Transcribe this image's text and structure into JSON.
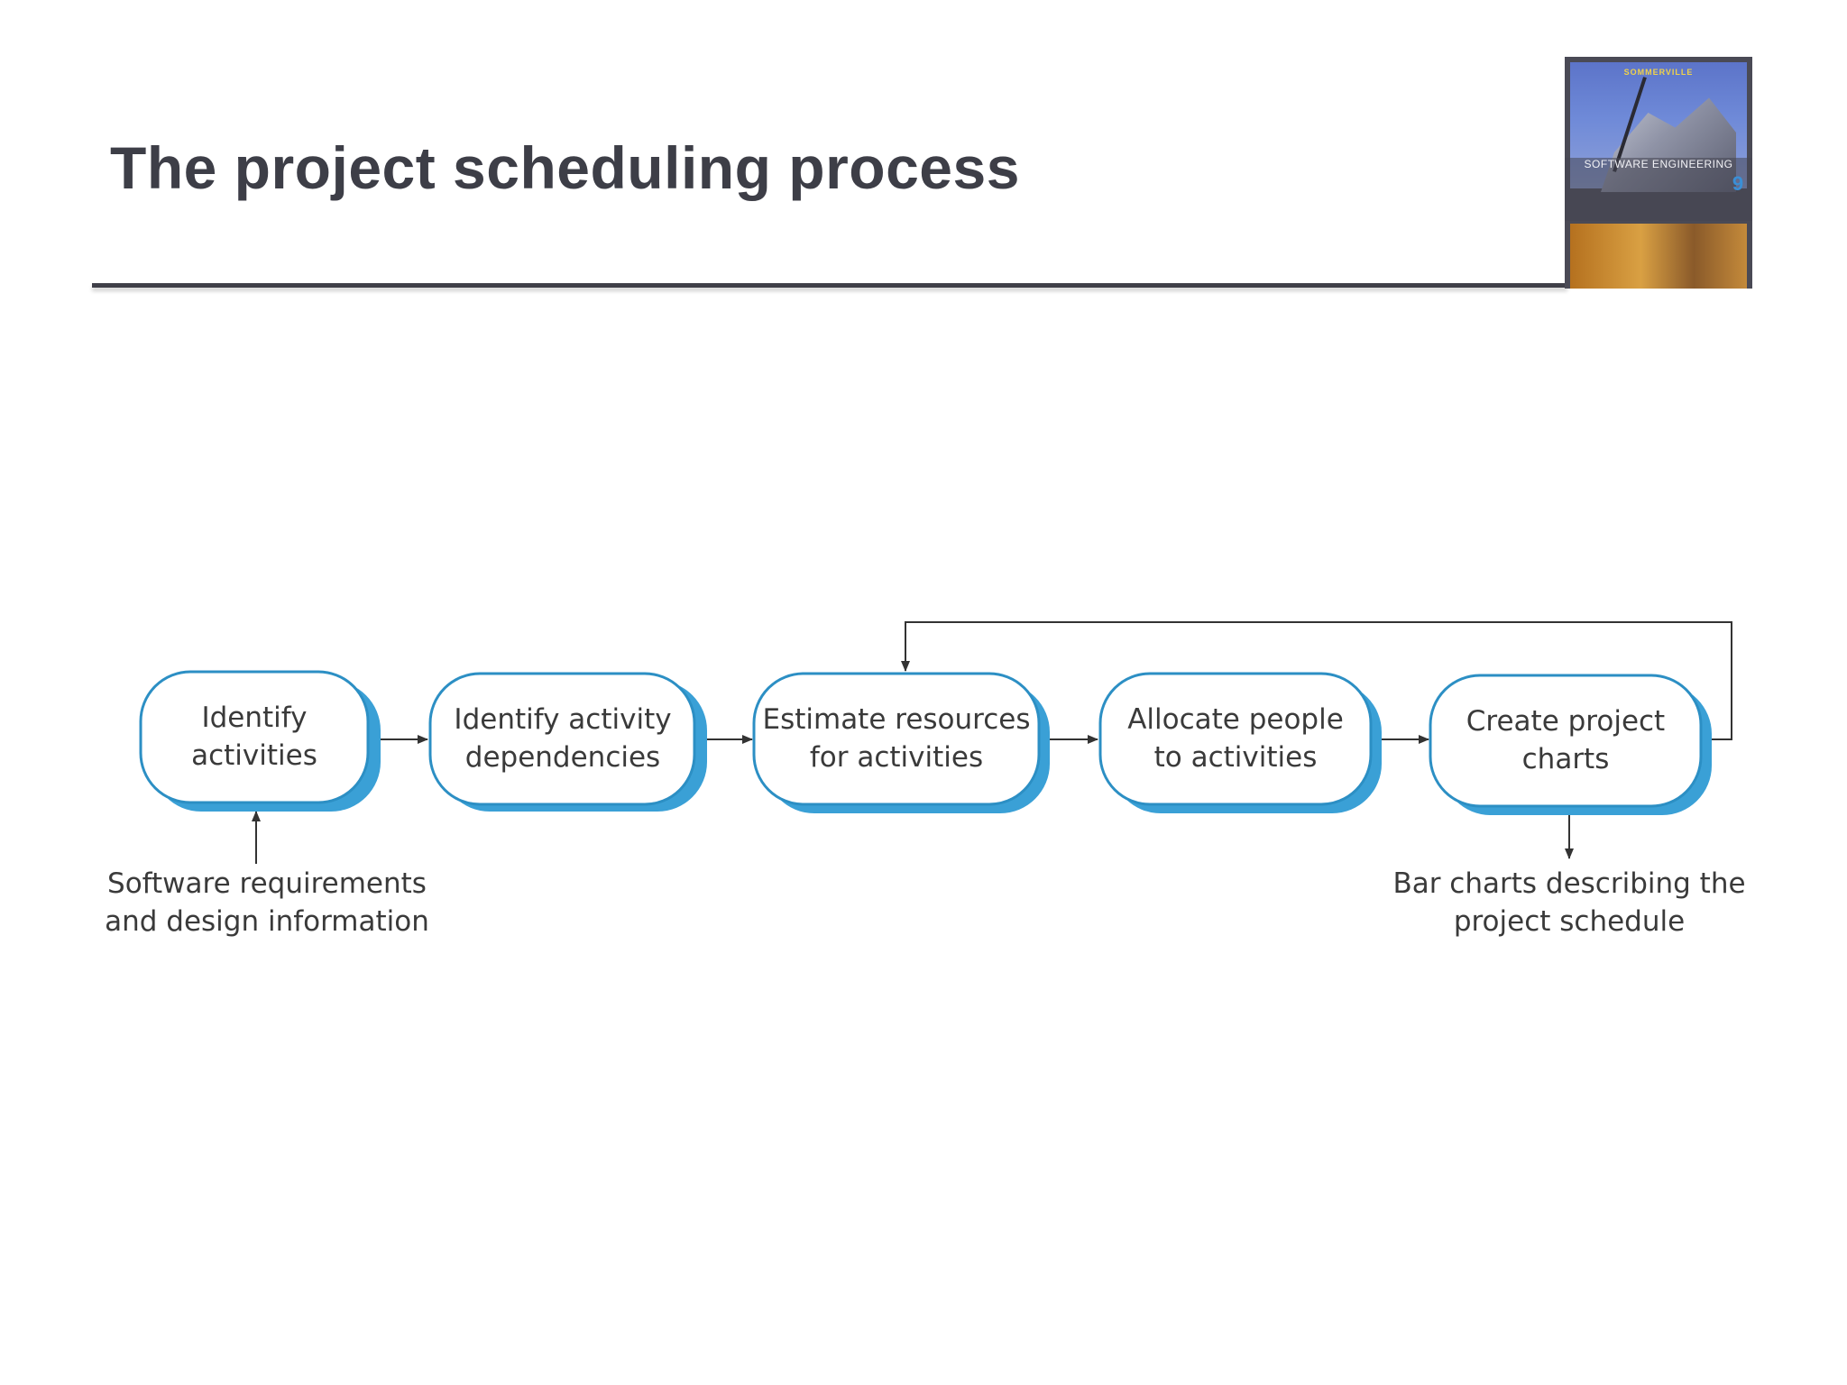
{
  "slide": {
    "title": "The project scheduling process"
  },
  "book_cover": {
    "top_text": "SOMMERVILLE",
    "title": "SOFTWARE ENGINEERING",
    "edition": "9"
  },
  "diagram": {
    "steps": [
      {
        "line1": "Identify",
        "line2": "activities"
      },
      {
        "line1": "Identify activity",
        "line2": "dependencies"
      },
      {
        "line1": "Estimate resources",
        "line2": "for activities"
      },
      {
        "line1": "Allocate people",
        "line2": "to activities"
      },
      {
        "line1": "Create project",
        "line2": "charts"
      }
    ],
    "input": {
      "line1": "Software requirements",
      "line2": "and design information"
    },
    "output": {
      "line1": "Bar charts describing the",
      "line2": "project schedule"
    },
    "colors": {
      "node_border": "#2c8fc4",
      "node_shadow": "#3aa0d6",
      "node_fill": "#ffffff",
      "connector": "#333333"
    }
  }
}
